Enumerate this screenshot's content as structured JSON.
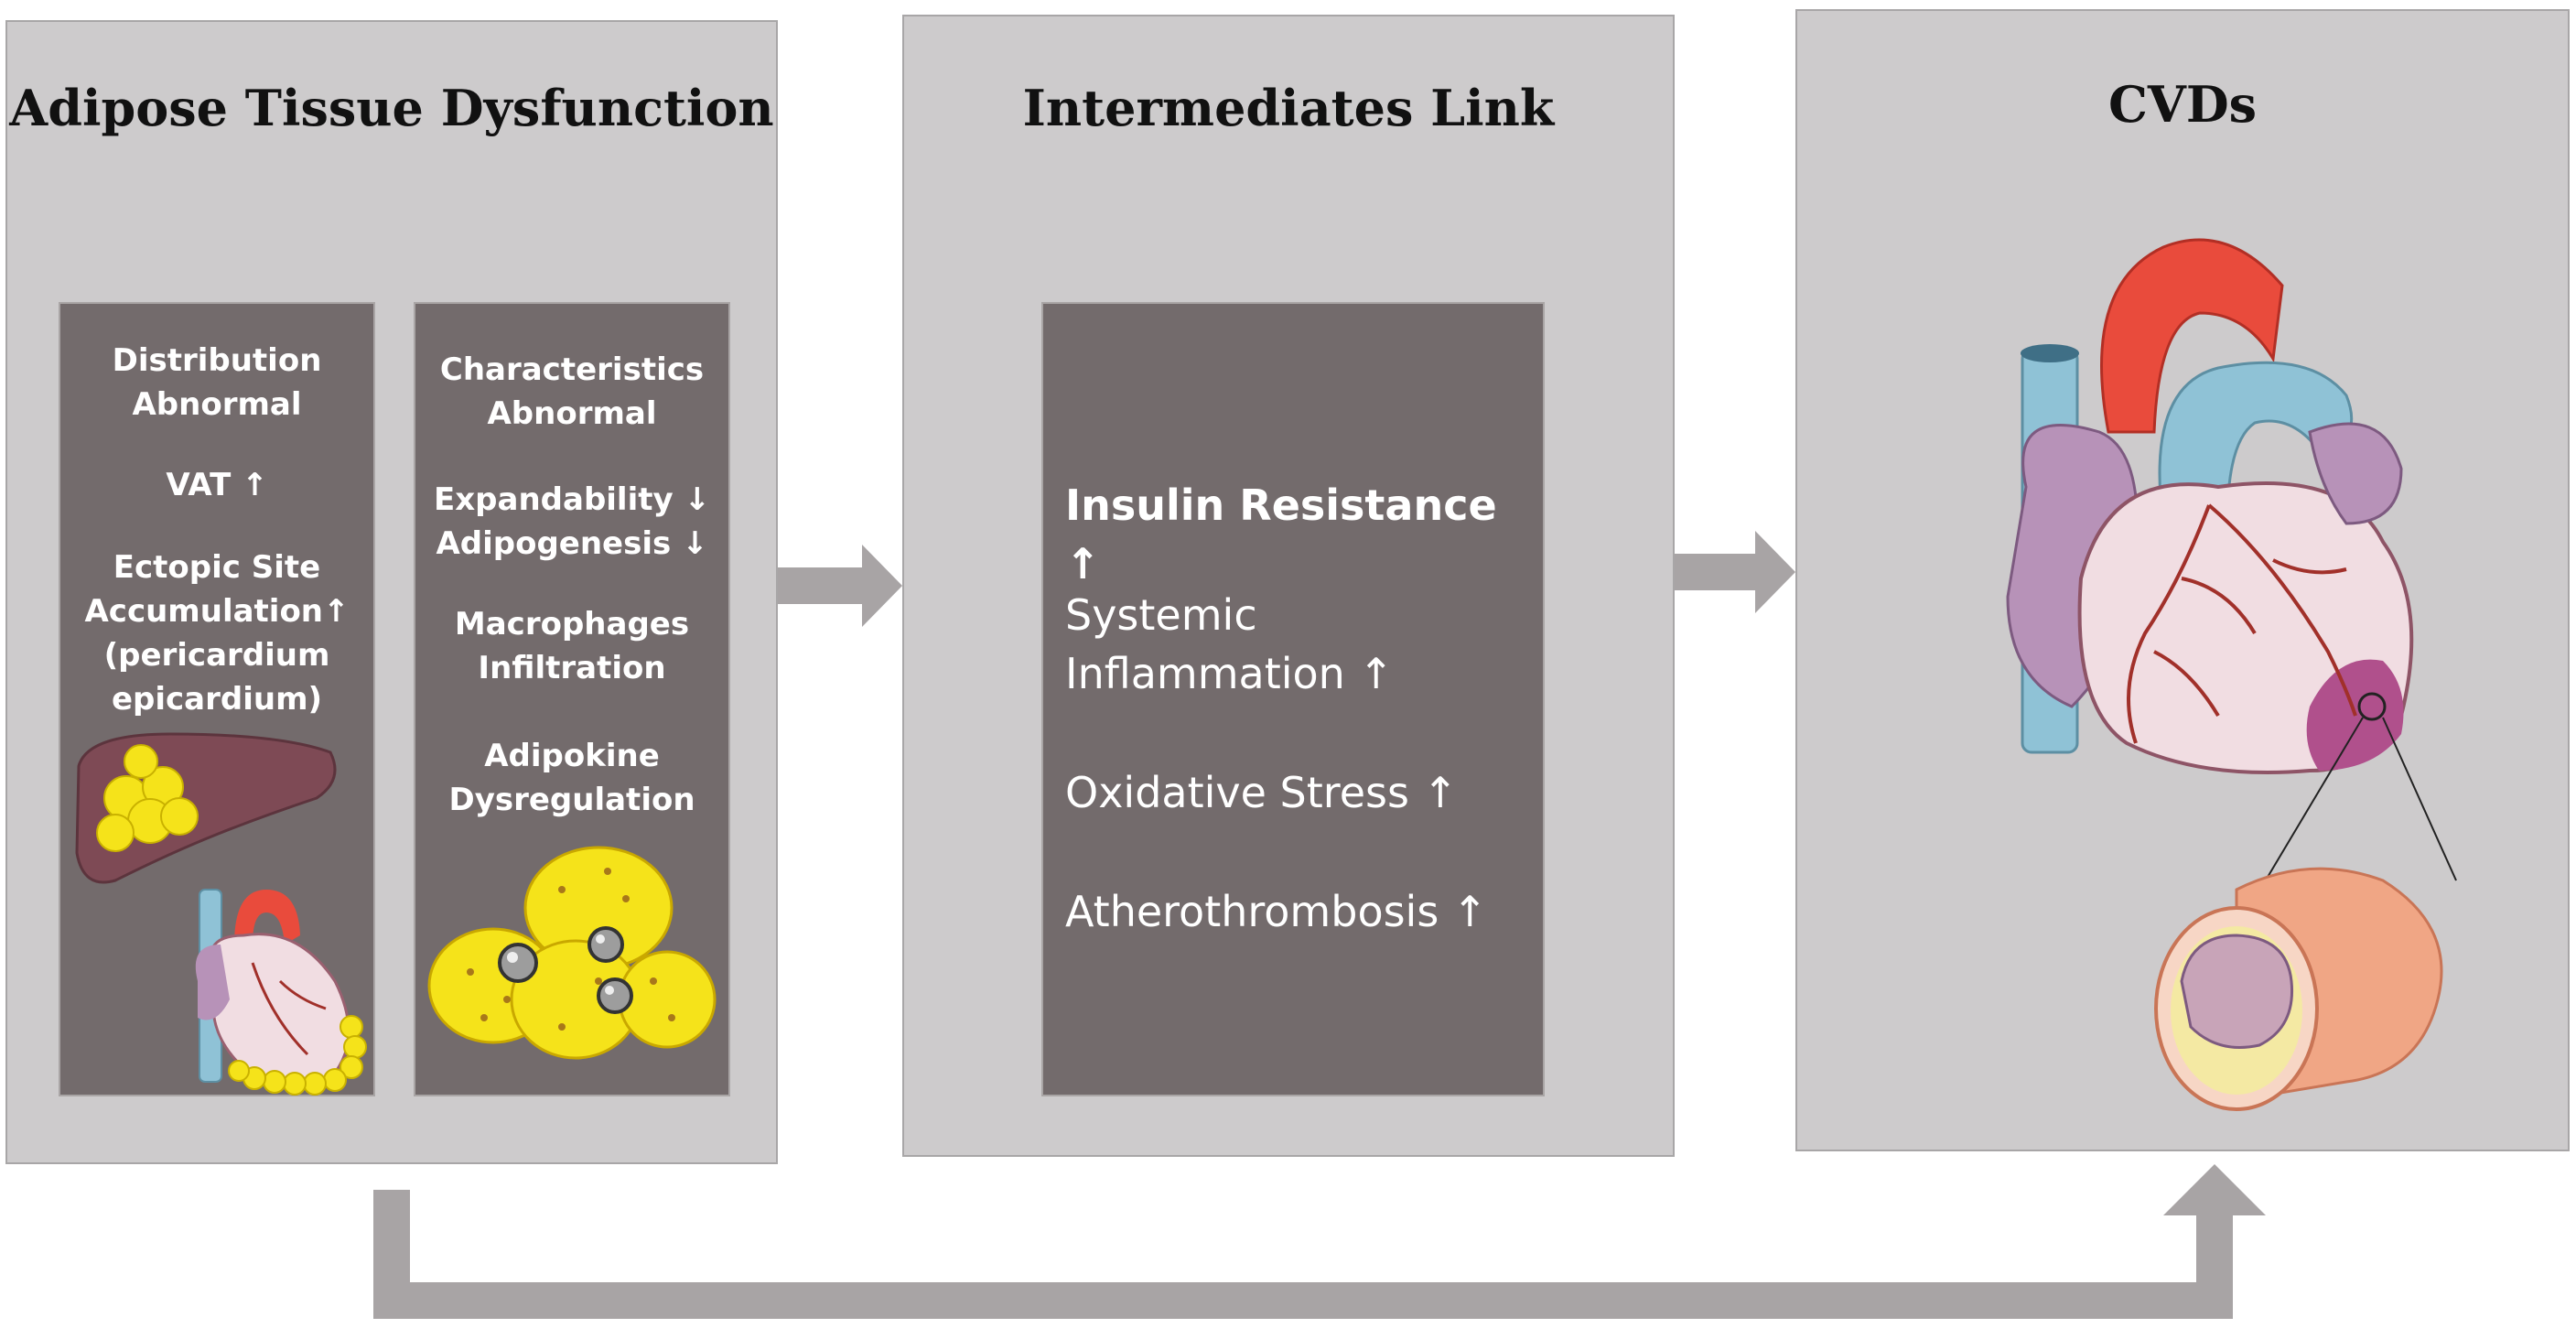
{
  "panels": {
    "adipose": {
      "title": "Adipose Tissue Dysfunction",
      "distribution": {
        "heading_line1": "Distribution",
        "heading_line2": "Abnormal",
        "vat": "VAT ↑",
        "ectopic_line1": "Ectopic Site",
        "ectopic_line2": "Accumulation↑",
        "ectopic_line3": "(pericardium",
        "ectopic_line4": "epicardium)"
      },
      "characteristics": {
        "heading_line1": "Characteristics",
        "heading_line2": "Abnormal",
        "expandability": "Expandability ↓",
        "adipogenesis": "Adipogenesis ↓",
        "macrophages_line1": "Macrophages",
        "macrophages_line2": "Infiltration",
        "adipokine_line1": "Adipokine",
        "adipokine_line2": "Dysregulation"
      }
    },
    "intermediates": {
      "title": "Intermediates Link",
      "items": {
        "insulin": "Insulin Resistance ↑",
        "systemic_line1": "Systemic",
        "systemic_line2": "Inflammation  ↑",
        "oxidative": "Oxidative Stress  ↑",
        "athero": "Atherothrombosis  ↑"
      }
    },
    "cvds": {
      "title": "CVDs"
    }
  },
  "colors": {
    "panel": "#cdcbcc",
    "inner_box": "#736b6c",
    "arrow": "#a8a4a5",
    "fat": "#f5e31a",
    "liver": "#7e4a55",
    "heart_body": "#f1dde2",
    "aorta": "#e94b3c",
    "vessel_blue": "#8fc2d6"
  }
}
